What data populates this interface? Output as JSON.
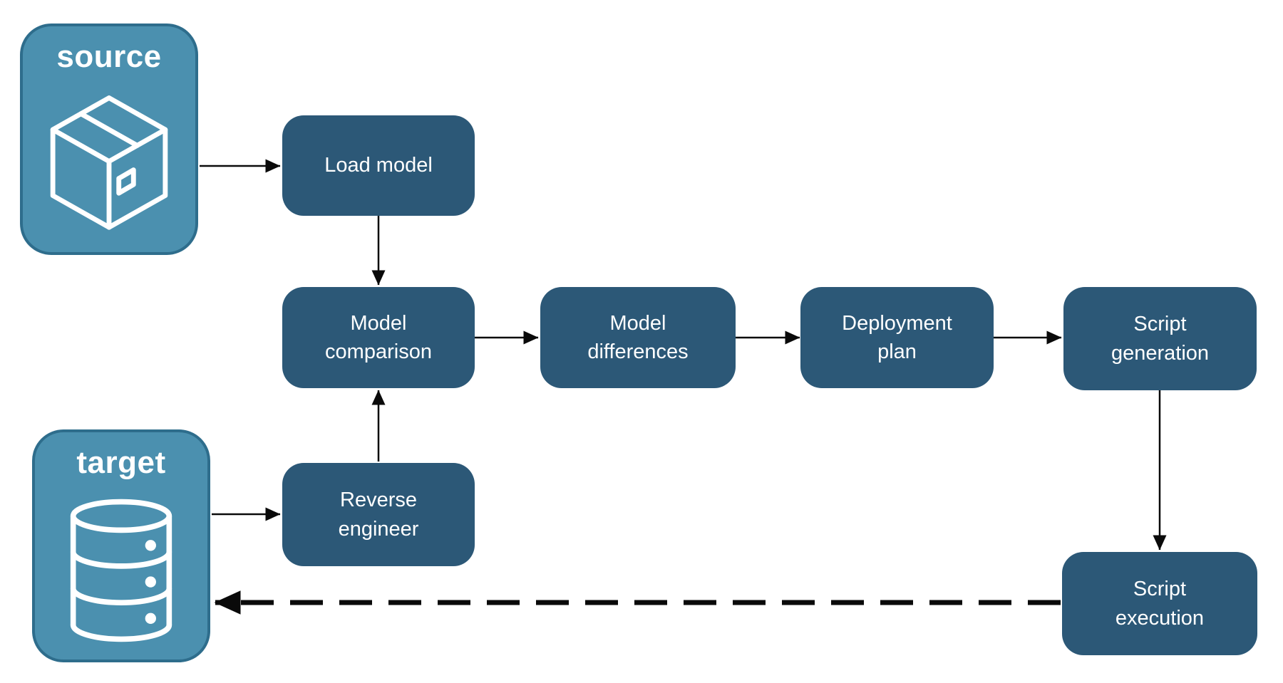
{
  "diagram": {
    "colors": {
      "container_fill": "#4B90AF",
      "container_border": "#2E6D8C",
      "node_fill": "#2C5877",
      "label_text": "#FFFFFF",
      "arrow": "#0A0A0A",
      "background": "#FFFFFF"
    },
    "containers": [
      {
        "id": "source",
        "label": "source",
        "icon": "package-icon"
      },
      {
        "id": "target",
        "label": "target",
        "icon": "database-icon"
      }
    ],
    "nodes": [
      {
        "id": "load-model",
        "label": "Load model"
      },
      {
        "id": "model-comparison",
        "label": "Model comparison"
      },
      {
        "id": "model-differences",
        "label": "Model differences"
      },
      {
        "id": "deployment-plan",
        "label": "Deployment plan"
      },
      {
        "id": "script-generation",
        "label": "Script generation"
      },
      {
        "id": "reverse-engineer",
        "label": "Reverse engineer"
      },
      {
        "id": "script-execution",
        "label": "Script execution"
      }
    ],
    "edges": [
      {
        "from": "source",
        "to": "load-model",
        "style": "solid"
      },
      {
        "from": "load-model",
        "to": "model-comparison",
        "style": "solid"
      },
      {
        "from": "target",
        "to": "reverse-engineer",
        "style": "solid"
      },
      {
        "from": "reverse-engineer",
        "to": "model-comparison",
        "style": "solid"
      },
      {
        "from": "model-comparison",
        "to": "model-differences",
        "style": "solid"
      },
      {
        "from": "model-differences",
        "to": "deployment-plan",
        "style": "solid"
      },
      {
        "from": "deployment-plan",
        "to": "script-generation",
        "style": "solid"
      },
      {
        "from": "script-generation",
        "to": "script-execution",
        "style": "solid"
      },
      {
        "from": "script-execution",
        "to": "target",
        "style": "dashed"
      }
    ]
  }
}
